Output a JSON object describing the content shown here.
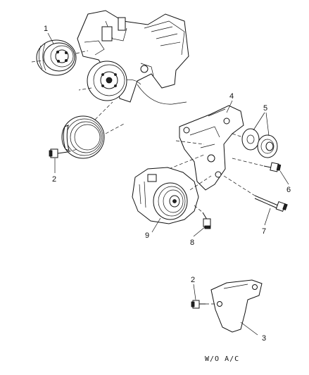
{
  "callouts": {
    "c1": "1",
    "c2a": "2",
    "c2b": "2",
    "c3": "3",
    "c4": "4",
    "c5": "5",
    "c6": "6",
    "c7": "7",
    "c8": "8",
    "c9": "9"
  },
  "note": "W/O A/C"
}
